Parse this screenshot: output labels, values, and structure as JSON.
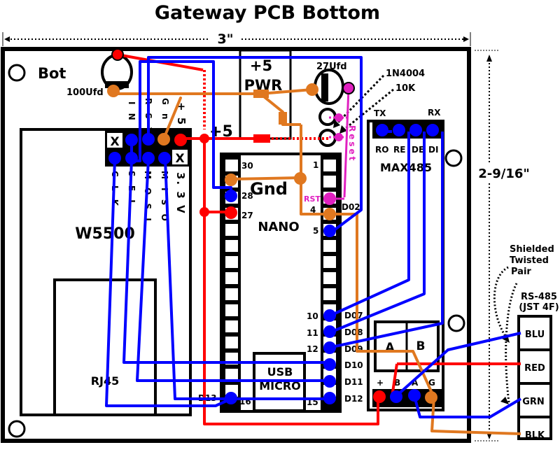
{
  "title": "Gateway PCB Bottom",
  "dimensions": {
    "width": "3\"",
    "height": "2-9/16\""
  },
  "board": {
    "side_label": "Bot"
  },
  "components": {
    "w5500": {
      "name": "W5500",
      "jack_label": "RJ45",
      "top_pins": [
        "X",
        "INT",
        "RST",
        "GnD",
        "+5"
      ],
      "bottom_pins": [
        "CLK",
        "SEL",
        "MOSI",
        "MISO",
        "3.3V"
      ],
      "top_pin_labels": [
        "",
        "I N T",
        "R S T",
        "G n D",
        "+ 5"
      ],
      "bottom_pin_labels": [
        "C L K",
        "S E L",
        "M O S I",
        "M I S O",
        "3. 3 V"
      ],
      "x_marker": "X"
    },
    "nano": {
      "name": "NANO",
      "gnd_label": "Gnd",
      "usb_label_1": "USB",
      "usb_label_2": "MICRO",
      "left_pin_numbers": [
        "30",
        "28",
        "27",
        "16"
      ],
      "right_pin_numbers": [
        "1",
        "4",
        "5",
        "10",
        "11",
        "12",
        "15"
      ],
      "right_pin_names": [
        "D02",
        "D07",
        "D08",
        "D09",
        "D10",
        "D11",
        "D12"
      ],
      "left_pin_name": "D13",
      "rst_label": "RST"
    },
    "max485": {
      "name": "MAX485",
      "top_pins": [
        "RO",
        "RE",
        "DE",
        "DI"
      ],
      "top_labels": [
        "RO",
        "RE",
        "DE",
        "DI"
      ],
      "tx_label": "TX",
      "rx_label": "RX",
      "terminals": [
        "A",
        "B"
      ],
      "bottom_pins": [
        "+",
        "B",
        "A",
        "G"
      ]
    },
    "power": {
      "label_1": "+5",
      "label_2": "PWR",
      "rail_label": "+5"
    },
    "capacitor_large": {
      "label": "27Ufd"
    },
    "capacitor_small": {
      "label": "100Ufd"
    },
    "diode": {
      "label": "1N4004"
    },
    "resistor": {
      "label": "10K"
    },
    "reset_button": {
      "label": "Reset"
    },
    "connector": {
      "title_1": "RS-485",
      "title_2": "(JST 4F)",
      "pins": [
        "BLU",
        "RED",
        "GRN",
        "BLK"
      ],
      "cable_note_1": "Shielded",
      "cable_note_2": "Twisted",
      "cable_note_3": "Pair"
    }
  },
  "colors": {
    "outline": "#000000",
    "signal": "#0000ff",
    "ground": "#e07820",
    "power": "#ff0000",
    "reset": "#e020c0",
    "background": "#ffffff"
  }
}
